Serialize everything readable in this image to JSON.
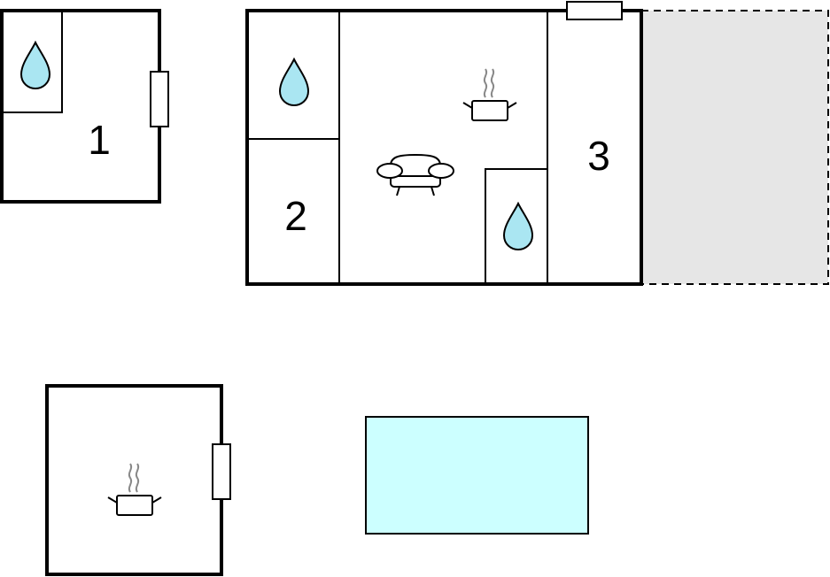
{
  "rooms": {
    "one": {
      "label": "1"
    },
    "two": {
      "label": "2"
    },
    "three": {
      "label": "3"
    }
  },
  "icons": [
    "water-drop-icon",
    "cooking-pot-icon",
    "sofa-icon"
  ],
  "colors": {
    "water": "#aae6f2",
    "pool": "#ccffff",
    "terrace": "#e6e6e6",
    "wall": "#000000"
  }
}
